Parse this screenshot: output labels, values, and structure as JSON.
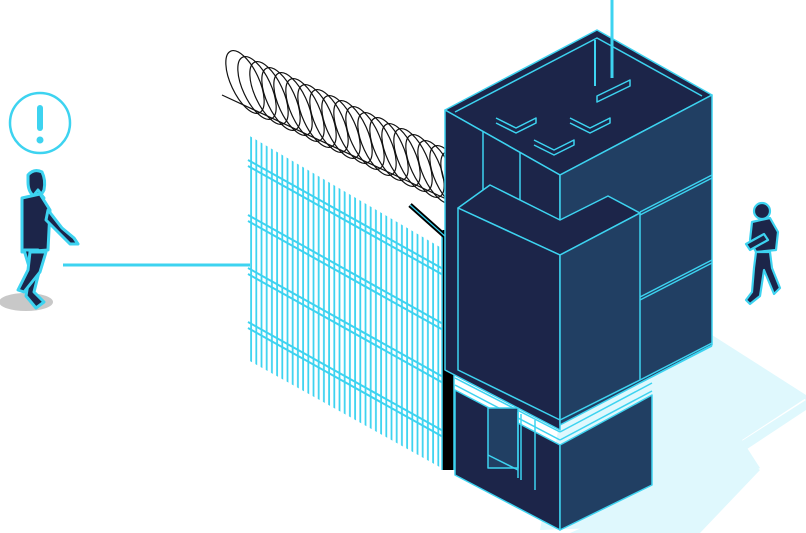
{
  "scene": {
    "title": "Perimeter security illustration",
    "description": "Isometric illustration of a person alerted at a fence topped with razor wire, a dark blue building, and a guard walking beside it"
  },
  "colors": {
    "outline": "#3dd3f0",
    "building_top": "#1c2549",
    "building_side_left": "#1c2549",
    "building_side_right": "#213f63",
    "shadow": "#dff8fd",
    "ground_shadow_person": "#c8c8c8",
    "razor_wire": "#111111",
    "fence_post": "#000000",
    "background": "#ffffff"
  },
  "elements": {
    "alert_icon": {
      "label": "alert",
      "glyph": "!"
    },
    "person_left": {
      "label": "person on phone"
    },
    "connector_line": {
      "label": "connector"
    },
    "fence": {
      "label": "mesh fence"
    },
    "razor_wire": {
      "label": "razor wire coil"
    },
    "building": {
      "label": "secured building"
    },
    "guard_right": {
      "label": "security guard"
    }
  }
}
